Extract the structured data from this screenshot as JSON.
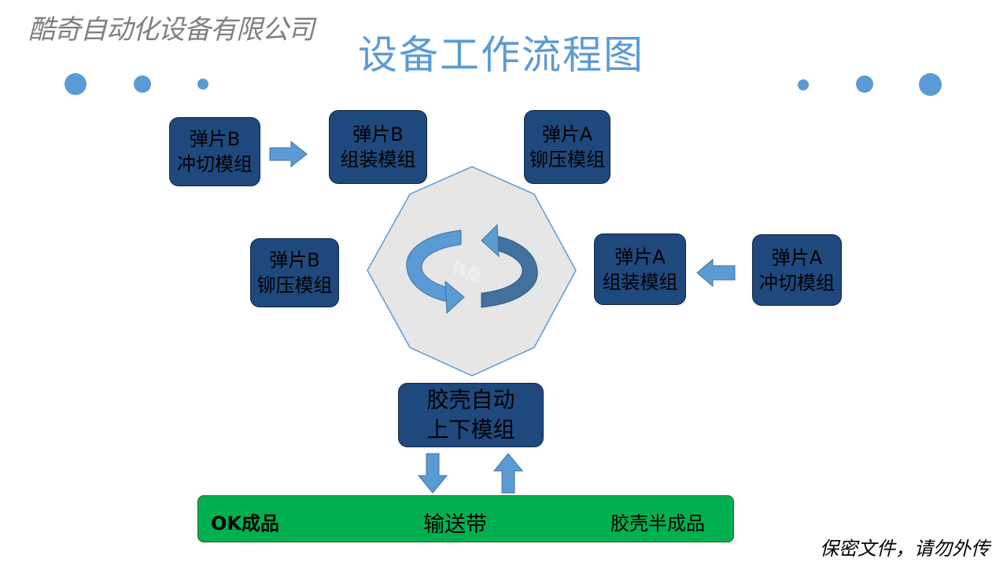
{
  "header": {
    "company": "酷奇自动化设备有限公司",
    "title": "设备工作流程图"
  },
  "modules": {
    "b_cut": [
      "弹片B",
      "冲切模组"
    ],
    "b_assemble": [
      "弹片B",
      "组装模组"
    ],
    "a_rivet": [
      "弹片A",
      "铆压模组"
    ],
    "b_rivet": [
      "弹片B",
      "铆压模组"
    ],
    "a_assemble": [
      "弹片A",
      "组装模组"
    ],
    "a_cut": [
      "弹片A",
      "冲切模组"
    ],
    "shell_loader": [
      "胶壳自动",
      "上下模组"
    ]
  },
  "turntable": {
    "label": "转盘"
  },
  "conveyor": {
    "label": "输送带",
    "output": "OK成品",
    "input": "胶壳半成品"
  },
  "footer": {
    "notice": "保密文件，请勿外传"
  },
  "colors": {
    "accent": "#5b9bd5",
    "module_fill": "#1f497d",
    "belt_fill": "#00b050",
    "octagon_fill": "#e6e6e6"
  }
}
